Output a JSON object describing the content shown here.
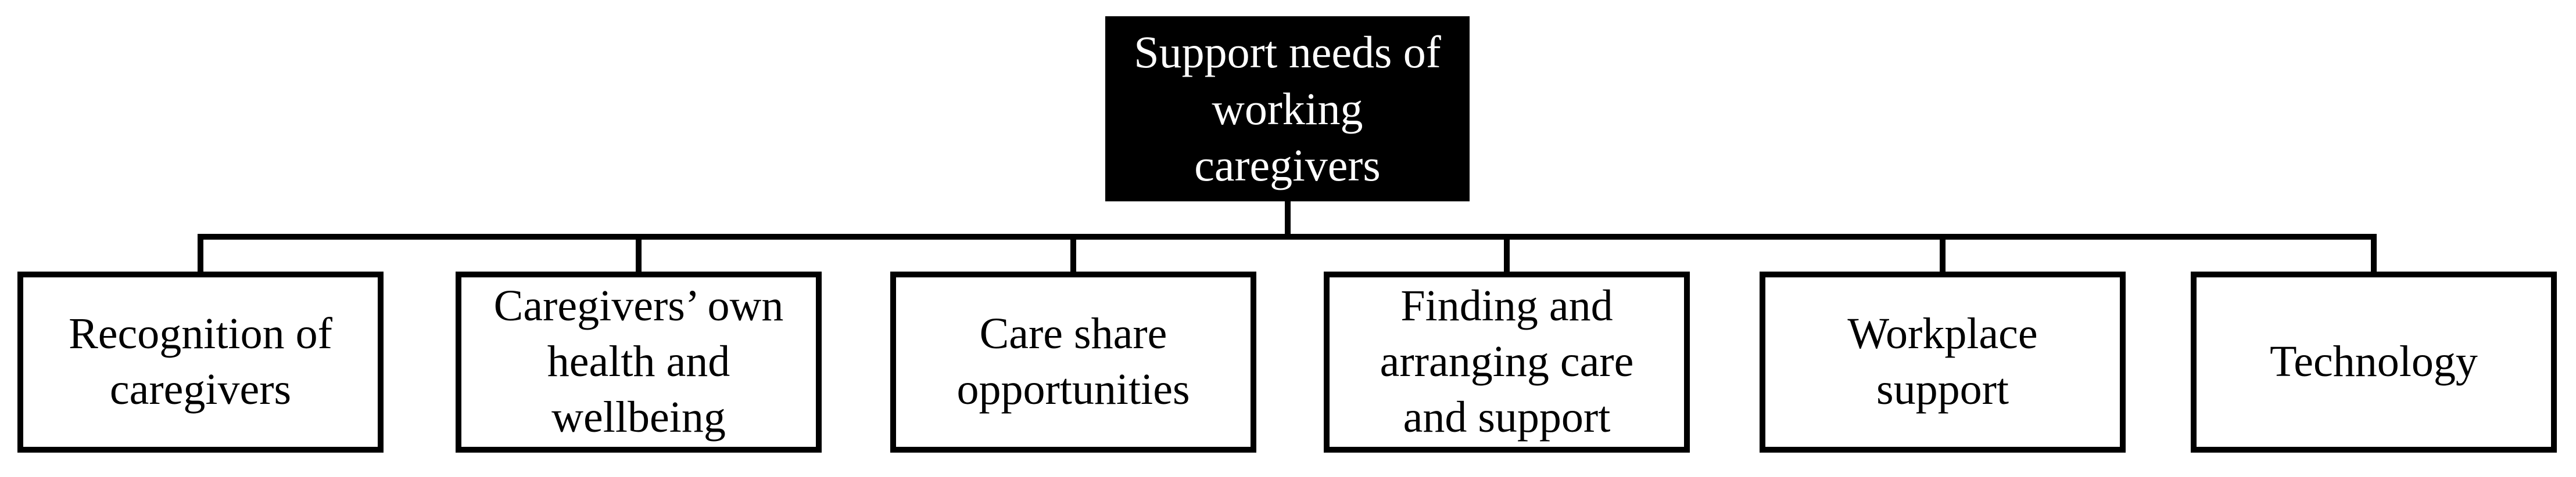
{
  "figure": {
    "type": "hierarchy-diagram",
    "title": "Support needs of working caregivers",
    "colors": {
      "ink": "#000000",
      "paper": "#ffffff",
      "root_text": "#ffffff"
    },
    "root": {
      "label": "Support needs of working caregivers",
      "lines": [
        "Support needs of",
        "working",
        "caregivers"
      ]
    },
    "children": [
      {
        "label": "Recognition of caregivers",
        "lines": [
          "Recognition of",
          "caregivers"
        ]
      },
      {
        "label": "Caregivers’ own health and wellbeing",
        "lines": [
          "Caregivers’ own",
          "health and",
          "wellbeing"
        ]
      },
      {
        "label": "Care share opportunities",
        "lines": [
          "Care share",
          "opportunities"
        ]
      },
      {
        "label": "Finding and arranging care and support",
        "lines": [
          "Finding and",
          "arranging care",
          "and support"
        ]
      },
      {
        "label": "Workplace support",
        "lines": [
          "Workplace",
          "support"
        ]
      },
      {
        "label": "Technology",
        "lines": [
          "Technology"
        ]
      }
    ]
  }
}
